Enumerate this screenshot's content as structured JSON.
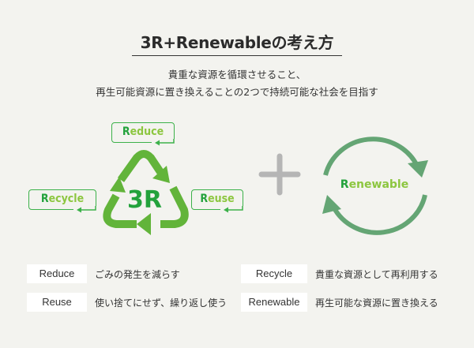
{
  "header": {
    "title": "3R+Renewableの考え方",
    "subtitle_line1": "貴重な資源を循環させること、",
    "subtitle_line2": "再生可能資源に置き換えることの2つで持続可能な社会を目指す"
  },
  "diagram": {
    "center_label": "3R",
    "boxes": {
      "reduce": {
        "cap": "R",
        "rest": "educe"
      },
      "recycle": {
        "cap": "R",
        "rest": "ecycle"
      },
      "reuse": {
        "cap": "R",
        "rest": "euse"
      }
    },
    "renewable": {
      "cap": "R",
      "rest": "enewable"
    },
    "plus_symbol": "+",
    "colors": {
      "green_dark": "#23a23c",
      "green_light": "#8cc63f",
      "triangle": "#62b43a",
      "cycle": "#64a574",
      "plus": "#b5b5b5"
    }
  },
  "definitions": [
    {
      "term": "Reduce",
      "desc": "ごみの発生を減らす"
    },
    {
      "term": "Reuse",
      "desc": "使い捨てにせず、繰り返し使う"
    },
    {
      "term": "Recycle",
      "desc": "貴重な資源として再利用する"
    },
    {
      "term": "Renewable",
      "desc": "再生可能な資源に置き換える"
    }
  ]
}
